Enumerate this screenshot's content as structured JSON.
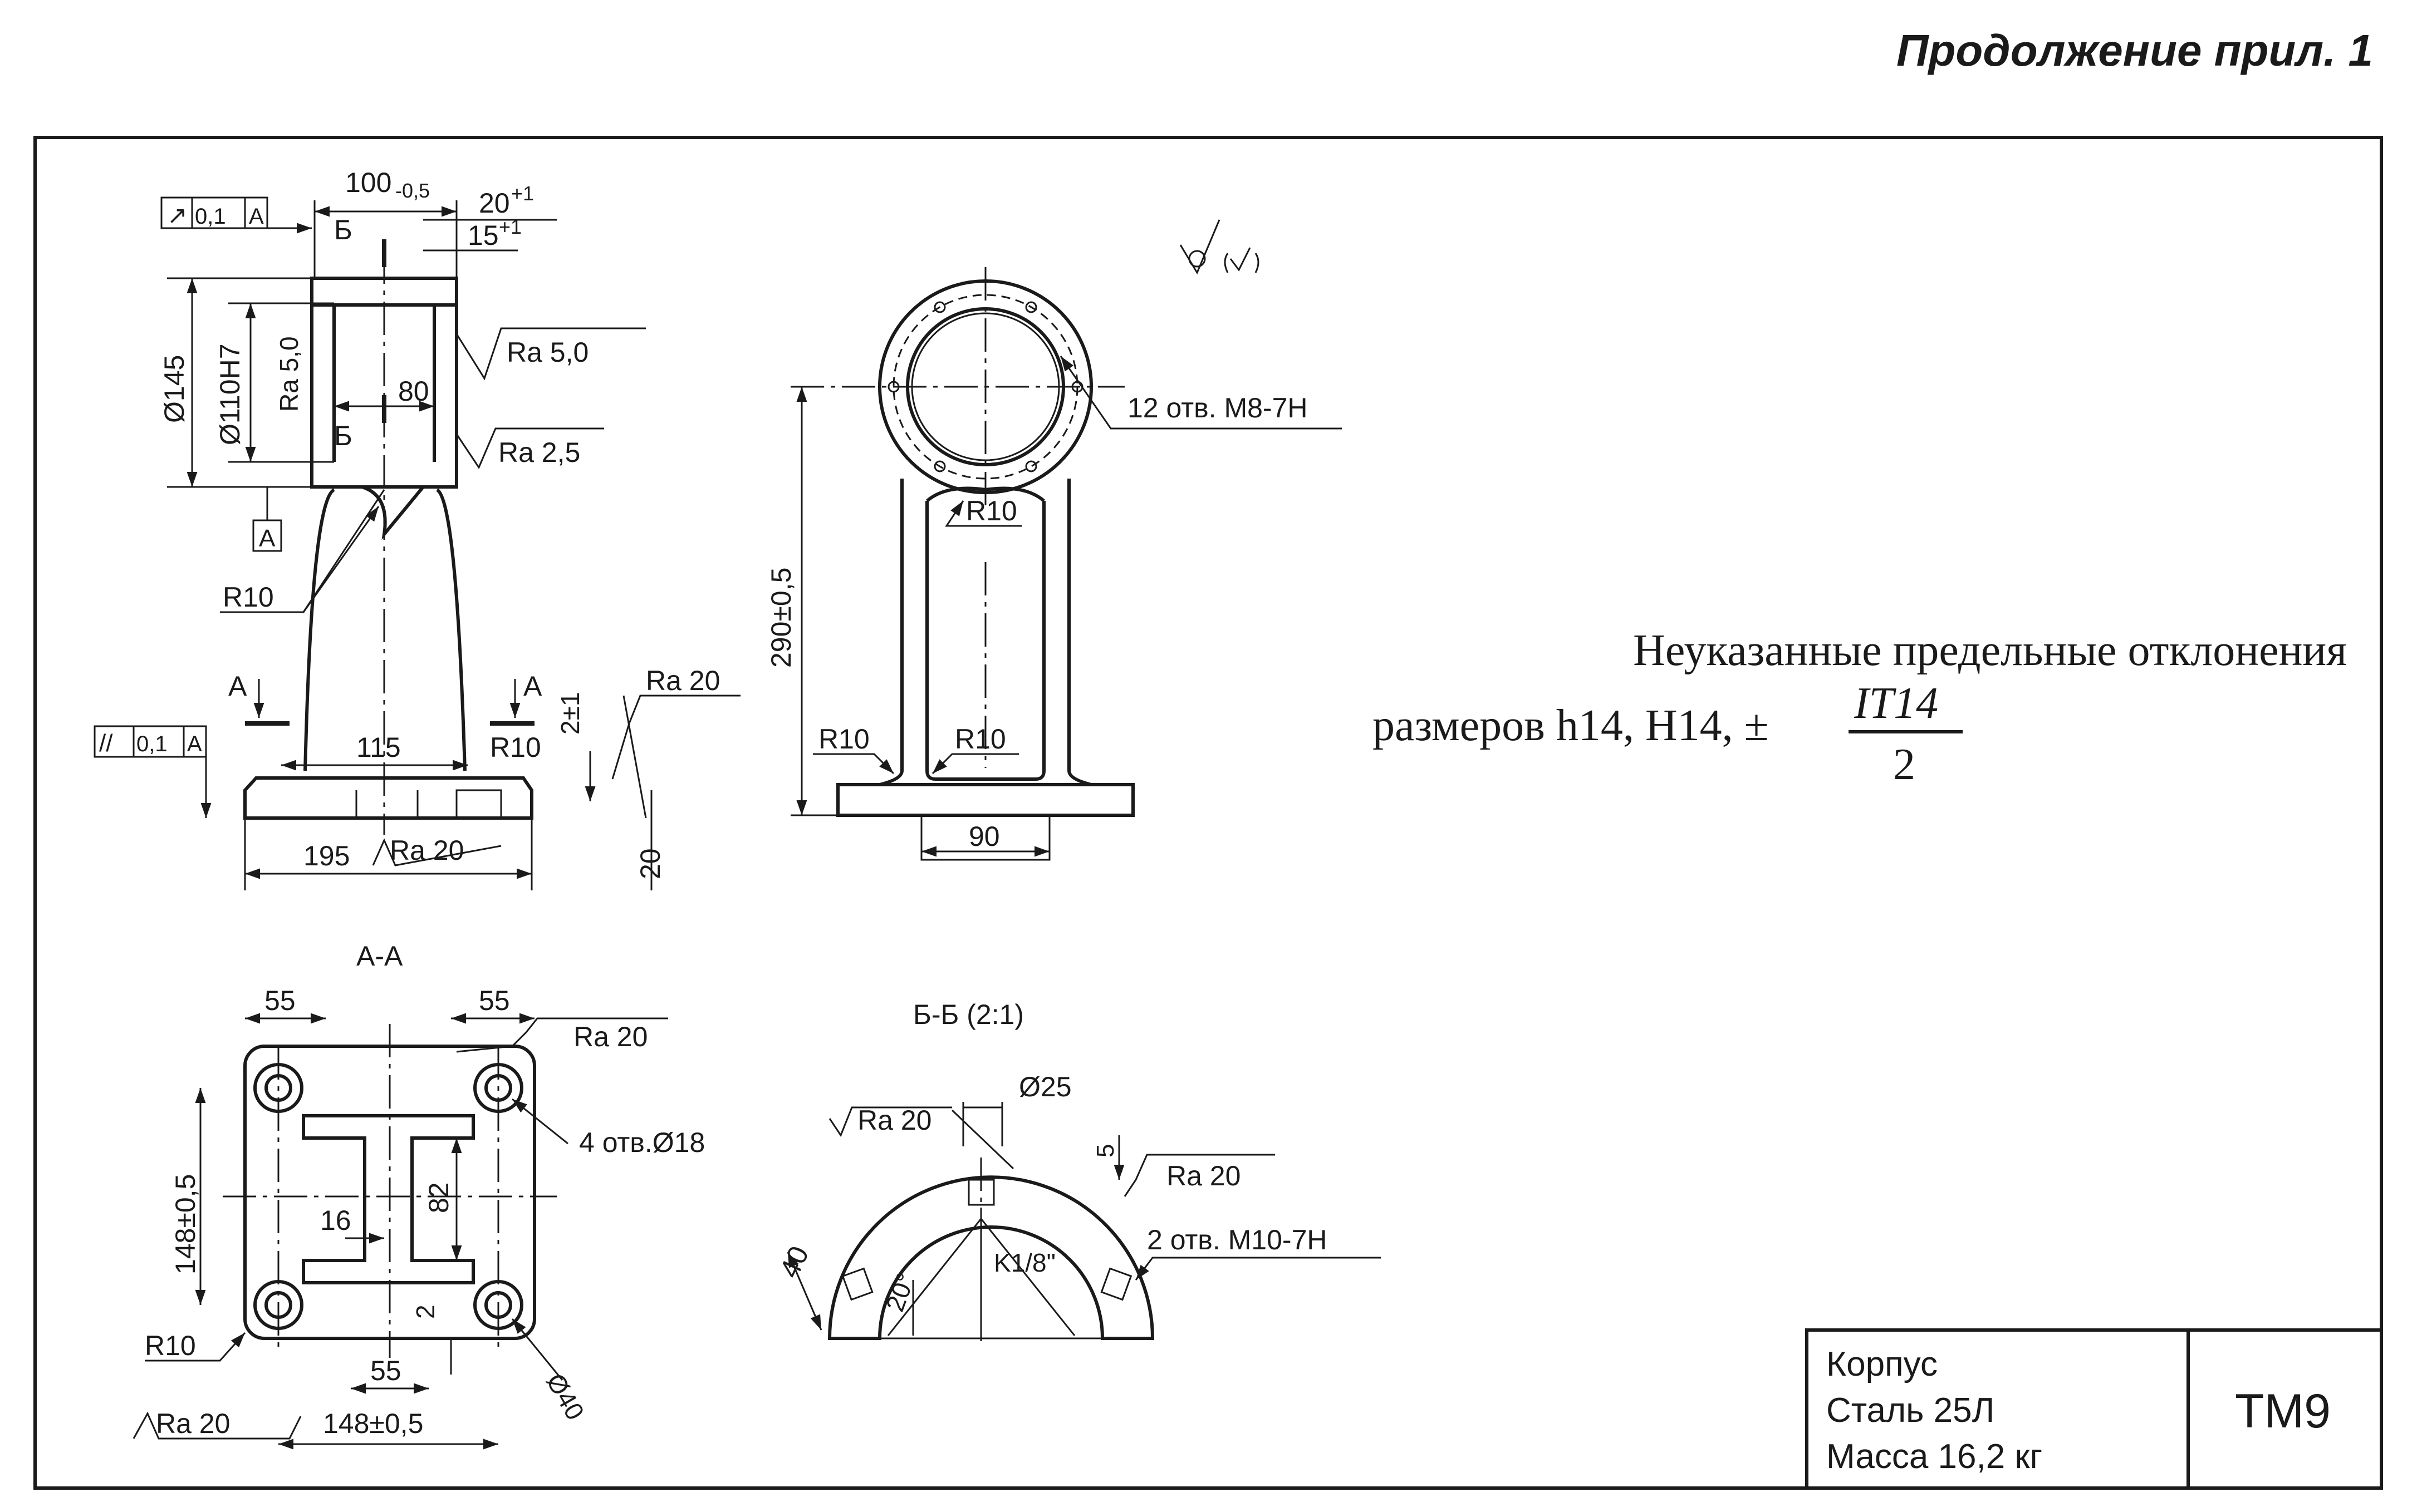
{
  "header": {
    "title": "Продолжение прил. 1"
  },
  "labels": {
    "d_100": "100",
    "d_100_tol": "-0,5",
    "d_20": "20",
    "d_20_tol": "+1",
    "d_15": "15",
    "d_15_tol": "+1",
    "runout_tol": "0,1",
    "datum_a": "А",
    "section_b": "Б",
    "d_145": "Ø145",
    "d_110": "Ø110H7",
    "ra_5_vert": "Ra 5,0",
    "ra_5": "Ra 5,0",
    "d_80": "80",
    "ra_25": "Ra 2,5",
    "r10": "R10",
    "section_a": "А",
    "d_2": "2±1",
    "ra_20": "Ra 20",
    "parallel_tol": "0,1",
    "d_115": "115",
    "d_195": "195",
    "d_20b": "20",
    "d_290": "290±0,5",
    "holes_12": "12 отв. М8-7Н",
    "d_90": "90",
    "aa_title": "А-А",
    "d_55": "55",
    "holes_4": "4 отв.Ø18",
    "d_148": "148±0,5",
    "d_82": "82",
    "d_16": "16",
    "d_2s": "2",
    "d_40d": "Ø40",
    "bb_title": "Б-Б (2:1)",
    "d_25": "Ø25",
    "d_5": "5",
    "holes_2": "2 отв. М10-7Н",
    "d_40": "40",
    "d_20deg": "20°",
    "k18": "K1/8\""
  },
  "note": {
    "line1": "Неуказанные предельные отклонения",
    "line2_prefix": "размеров h14, H14, ±",
    "fraction_num": "IT14",
    "fraction_den": "2"
  },
  "title_block": {
    "name": "Корпус",
    "material": "Сталь 25Л",
    "mass": "Масса 16,2 кг",
    "code": "ТМ9"
  }
}
